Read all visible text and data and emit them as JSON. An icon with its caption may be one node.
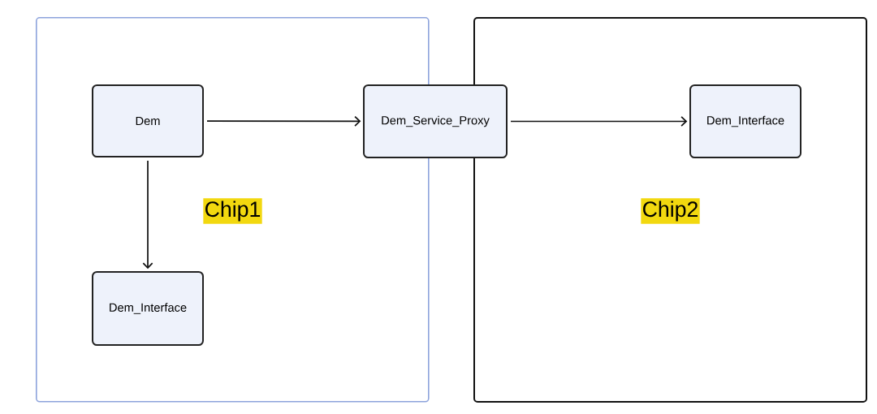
{
  "diagram": {
    "nodes": [
      {
        "text": [
          "Chip1"
        ]
      },
      {
        "text": [
          "Dem"
        ],
        "in": 0
      },
      {
        "text": [
          "Dem_Interface"
        ],
        "in": 0
      },
      {
        "text": [
          "Dem_Service_Proxy"
        ]
      },
      {
        "text": [
          "Chip2"
        ]
      },
      {
        "text": [
          "Dem_Interface"
        ],
        "in": 4
      }
    ],
    "edges": [
      {
        "from": 1,
        "to": 3,
        "arrow": "to"
      },
      {
        "from": 3,
        "to": 5,
        "arrow": "to"
      },
      {
        "from": 1,
        "to": 2,
        "arrow": "to"
      }
    ]
  }
}
